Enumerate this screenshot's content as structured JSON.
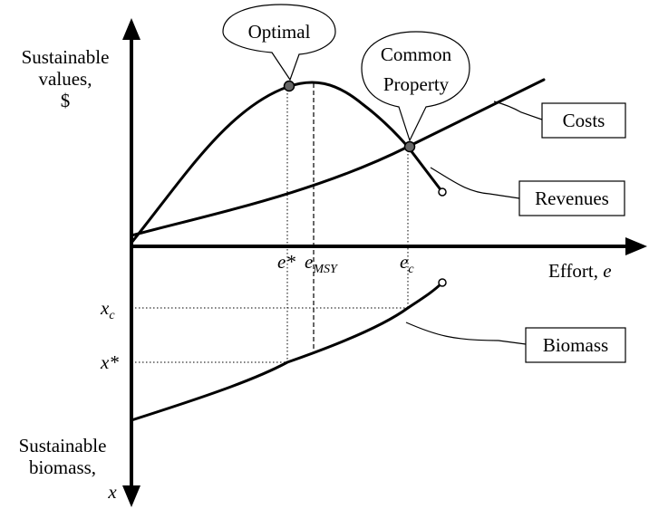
{
  "axes": {
    "y_top_label": [
      "Sustainable",
      "values,",
      "$"
    ],
    "y_bottom_label": [
      "Sustainable",
      "biomass,"
    ],
    "y_bottom_var": "x",
    "x_label": "Effort,",
    "x_var": "e"
  },
  "ticks": {
    "e_star": "e*",
    "e_msy_main": "e",
    "e_msy_sub": "MSY",
    "e_c_main": "e",
    "e_c_sub": "c",
    "x_c_main": "x",
    "x_c_sub": "c",
    "x_star": "x*"
  },
  "callouts": {
    "optimal": "Optimal",
    "common_1": "Common",
    "common_2": "Property"
  },
  "boxes": {
    "costs": "Costs",
    "revenues": "Revenues",
    "biomass": "Biomass"
  }
}
